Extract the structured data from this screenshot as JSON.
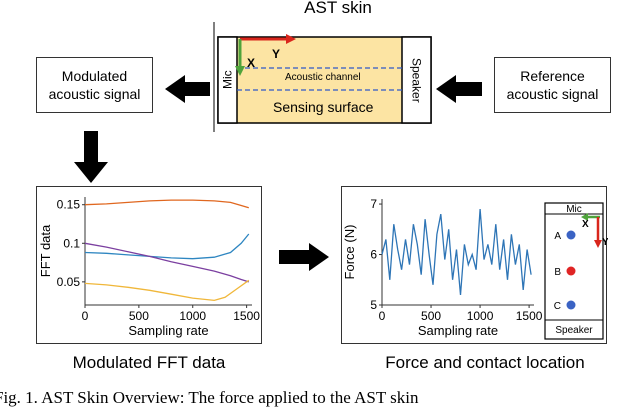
{
  "title": "AST skin",
  "top": {
    "left_box": [
      "Modulated",
      "acoustic signal"
    ],
    "right_box": [
      "Reference",
      "acoustic signal"
    ],
    "mic": "Mic",
    "speaker": "Speaker",
    "axis_x": "X",
    "axis_y": "Y",
    "channel": "Acoustic channel",
    "surface": "Sensing surface"
  },
  "captions": {
    "left": "Modulated FFT data",
    "right": "Force and contact location"
  },
  "footer_text": "Fig. 1. AST Skin Overview: The force applied to the AST skin",
  "inset": {
    "mic": "Mic",
    "speaker": "Speaker",
    "axis_x": "X",
    "axis_y": "Y",
    "points": [
      {
        "label": "A",
        "color": "#3b63c4"
      },
      {
        "label": "B",
        "color": "#e02424"
      },
      {
        "label": "C",
        "color": "#3b63c4"
      }
    ]
  },
  "chart_data": [
    {
      "type": "line",
      "title": "",
      "xlabel": "Sampling rate",
      "ylabel": "FFT data",
      "xlim": [
        0,
        1550
      ],
      "ylim": [
        0.02,
        0.16
      ],
      "xticks": [
        0,
        500,
        1000,
        1500
      ],
      "yticks": [
        0.05,
        0.1,
        0.15
      ],
      "ytick_labels": [
        "0.05",
        "0.1",
        "0.15"
      ],
      "series": [
        {
          "color": "#e0671f",
          "x": [
            0,
            200,
            400,
            600,
            800,
            1000,
            1200,
            1350,
            1450,
            1520
          ],
          "y": [
            0.15,
            0.151,
            0.153,
            0.155,
            0.156,
            0.156,
            0.155,
            0.153,
            0.149,
            0.146
          ]
        },
        {
          "color": "#2e86c1",
          "x": [
            0,
            200,
            400,
            600,
            800,
            1000,
            1200,
            1350,
            1450,
            1520
          ],
          "y": [
            0.088,
            0.087,
            0.085,
            0.083,
            0.081,
            0.08,
            0.082,
            0.088,
            0.1,
            0.112
          ]
        },
        {
          "color": "#7b3fa0",
          "x": [
            0,
            200,
            400,
            600,
            800,
            1000,
            1200,
            1350,
            1450,
            1520
          ],
          "y": [
            0.1,
            0.095,
            0.089,
            0.083,
            0.076,
            0.07,
            0.064,
            0.058,
            0.053,
            0.05
          ]
        },
        {
          "color": "#f0b73a",
          "x": [
            0,
            200,
            400,
            600,
            800,
            1000,
            1200,
            1300,
            1400,
            1520
          ],
          "y": [
            0.048,
            0.046,
            0.043,
            0.039,
            0.034,
            0.029,
            0.026,
            0.03,
            0.04,
            0.052
          ]
        }
      ]
    },
    {
      "type": "line",
      "title": "",
      "xlabel": "Sampling rate",
      "ylabel": "Force (N)",
      "xlim": [
        0,
        1550
      ],
      "ylim": [
        5,
        7.1
      ],
      "xticks": [
        0,
        500,
        1000,
        1500
      ],
      "yticks": [
        5,
        6,
        7
      ],
      "series": [
        {
          "color": "#2e75b6",
          "x": [
            0,
            40,
            80,
            120,
            160,
            200,
            240,
            280,
            320,
            360,
            400,
            440,
            480,
            520,
            560,
            600,
            640,
            680,
            720,
            760,
            800,
            840,
            880,
            920,
            960,
            1000,
            1040,
            1080,
            1120,
            1160,
            1200,
            1240,
            1280,
            1320,
            1360,
            1400,
            1440,
            1480,
            1520
          ],
          "y": [
            6.0,
            6.3,
            5.5,
            6.6,
            6.1,
            5.7,
            6.3,
            5.8,
            6.6,
            6.2,
            5.6,
            6.7,
            6.0,
            5.4,
            6.4,
            6.8,
            5.9,
            6.5,
            5.5,
            6.1,
            5.2,
            6.2,
            5.8,
            6.0,
            5.7,
            6.9,
            5.9,
            6.2,
            5.8,
            6.6,
            5.7,
            6.3,
            5.5,
            6.4,
            5.8,
            6.2,
            5.3,
            6.1,
            5.6
          ]
        }
      ]
    }
  ]
}
